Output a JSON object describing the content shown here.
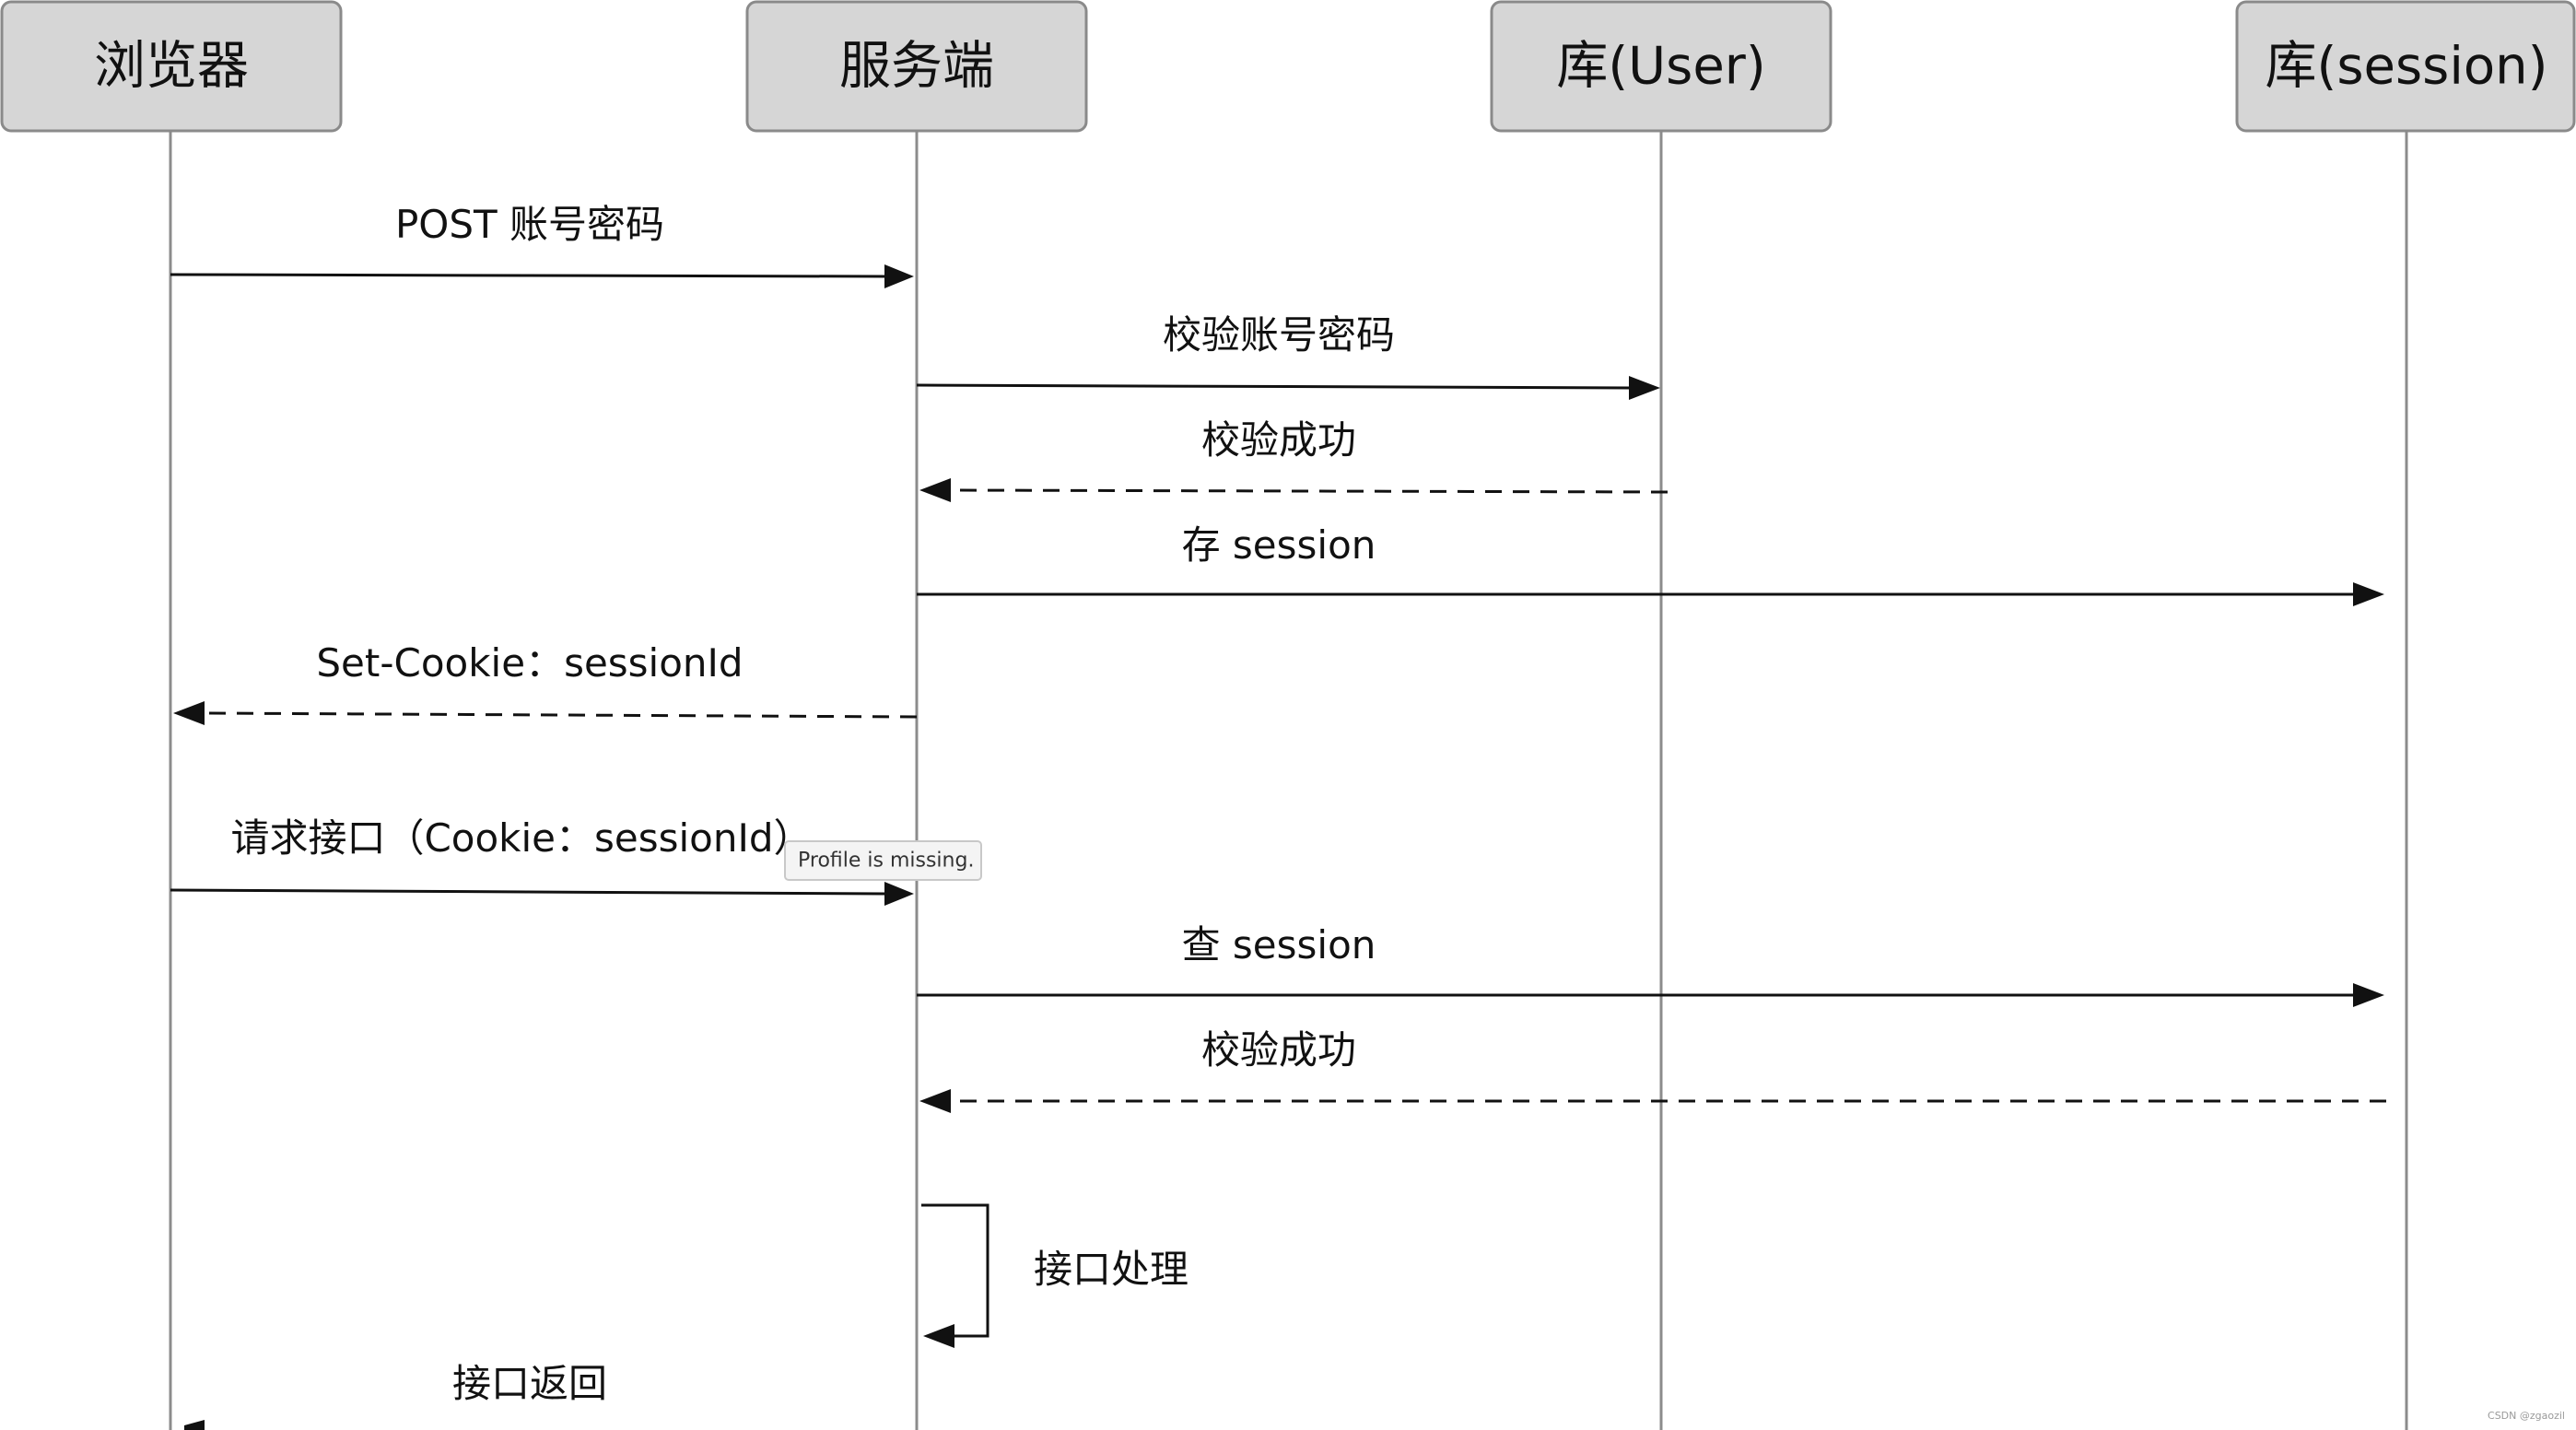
{
  "participants": [
    {
      "id": "browser",
      "label": "浏览器"
    },
    {
      "id": "server",
      "label": "服务端"
    },
    {
      "id": "db_user",
      "label": "库(User)"
    },
    {
      "id": "db_session",
      "label": "库(session)"
    }
  ],
  "messages": [
    {
      "from": "browser",
      "to": "server",
      "label": "POST 账号密码",
      "style": "solid"
    },
    {
      "from": "server",
      "to": "db_user",
      "label": "校验账号密码",
      "style": "solid"
    },
    {
      "from": "db_user",
      "to": "server",
      "label": "校验成功",
      "style": "dashed"
    },
    {
      "from": "server",
      "to": "db_session",
      "label": "存 session",
      "style": "solid"
    },
    {
      "from": "server",
      "to": "browser",
      "label": "Set-Cookie：sessionId",
      "style": "dashed"
    },
    {
      "from": "browser",
      "to": "server",
      "label": "请求接口（Cookie：sessionId）",
      "style": "solid"
    },
    {
      "from": "server",
      "to": "db_session",
      "label": "查 session",
      "style": "solid"
    },
    {
      "from": "db_session",
      "to": "server",
      "label": "校验成功",
      "style": "dashed"
    },
    {
      "from": "server",
      "to": "server",
      "label": "接口处理",
      "style": "self"
    },
    {
      "from": "server",
      "to": "browser",
      "label": "接口返回",
      "style": "solid"
    }
  ],
  "tooltip": {
    "text": "Profile is missing."
  },
  "watermark": {
    "text": "CSDN @zgaozil"
  }
}
